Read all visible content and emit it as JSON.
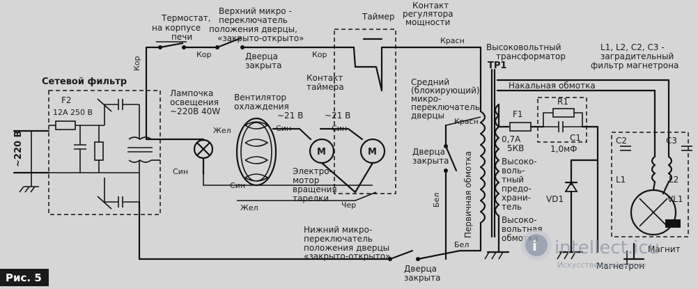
{
  "figure": {
    "caption": "Рис. 5",
    "watermark": {
      "brand": "intellect.icu",
      "tagline": "Искусственный разум"
    }
  },
  "labels": {
    "mains_filter": "Сетевой фильтр",
    "mains_voltage": "~220 В",
    "fuse_f2": "F2",
    "fuse_f2_rating": "12A 250 В",
    "thermostat": [
      "Термостат,",
      "на корпусе",
      "печи"
    ],
    "upper_switch": [
      "Верхний микро -",
      "переключатель",
      "положения дверцы,",
      "«закрыто-открыто»"
    ],
    "door_closed_top": [
      "Дверца",
      "закрыта"
    ],
    "timer": "Таймер",
    "power_contact": [
      "Контакт",
      "регулятора",
      "мощности"
    ],
    "red_top": "Красн",
    "hv_transformer": [
      "Высоковольтный",
      "трансформатор"
    ],
    "filter_note": [
      "L1, L2, C2, C3 -",
      "заградительный",
      "фильтр магнетрона"
    ],
    "lamp": [
      "Лампочка",
      "освещения",
      "~220В 40W"
    ],
    "fan": [
      "Вентилятор",
      "охлаждения"
    ],
    "timer_contact": [
      "Контакт",
      "таймера"
    ],
    "kor1": "Кор",
    "kor2": "Кор",
    "kor3": "Кор",
    "volt1": "~21 В",
    "volt2": "~21 В",
    "sin1": "Син",
    "sin2": "Син",
    "sin3": "Син",
    "sin4": "Син",
    "zhel1": "Жел",
    "zhel2": "Жел",
    "motor_label": [
      "Электро-",
      "мотор",
      "вращения",
      "тарелки"
    ],
    "cher": "Чер",
    "middle_switch": [
      "Средний",
      "(блокирующий)",
      "микро-",
      "переключатель",
      "дверцы"
    ],
    "red_mid": "Красн",
    "door_closed_mid": [
      "Дверца",
      "закрыта"
    ],
    "primary": "Первичная обмотка",
    "tr1": "TP1",
    "filament": "Накальная обмотка",
    "fuse_f1": "F1",
    "fuse_f1_rating": [
      "0,7A",
      "5КВ"
    ],
    "r1": "R1",
    "c1": "C1",
    "c1_value": "1,0мФ",
    "hv_fuse": [
      "Высоко-",
      "воль-",
      "тный",
      "предо-",
      "храни-",
      "тель"
    ],
    "hv_winding": [
      "Высоко-",
      "вольтная",
      "обмотка"
    ],
    "c2": "C2",
    "c3": "C3",
    "l1": "L1",
    "l2": "L2",
    "vd1": "VD1",
    "vl1": "VL1",
    "magnet": "Магнит",
    "magnetron": "Магнетрон",
    "bel1": "Бел",
    "bel2": "Бел",
    "lower_switch": [
      "Нижний микро-",
      "переключатель",
      "положения дверцы",
      "«закрыто-открыто»"
    ],
    "door_closed_bottom": [
      "Дверца",
      "закрыта"
    ],
    "motor_m": "M"
  }
}
